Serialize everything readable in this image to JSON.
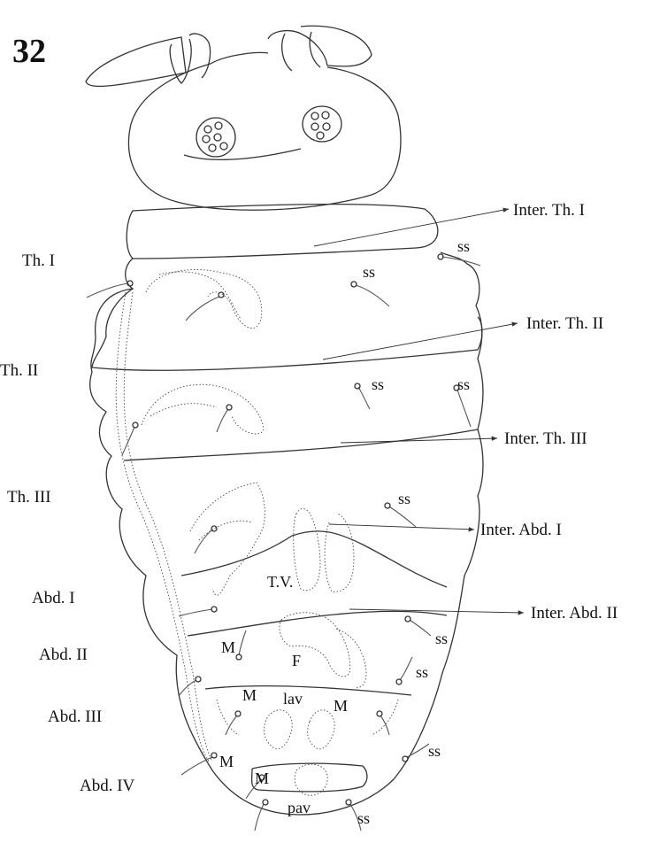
{
  "figure_number": "32",
  "segments": [
    "Th. I",
    "Th. II",
    "Th. III",
    "Abd. I",
    "Abd. II",
    "Abd. III",
    "Abd. IV"
  ],
  "pointer_labels": [
    "Inter. Th. I",
    "Inter. Th. II",
    "Inter. Th. III",
    "Inter. Abd. I",
    "Inter. Abd. II"
  ],
  "inner": {
    "ss": "ss",
    "tv": "T.V.",
    "f": "F",
    "lav": "lav",
    "pav": "pav",
    "m": "M"
  }
}
